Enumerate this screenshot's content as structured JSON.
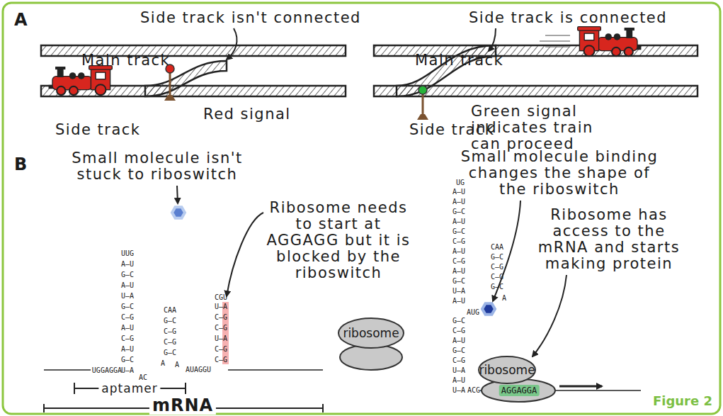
{
  "diagram": {
    "nodes": [
      {
        "text": [
          "ribosome"
        ]
      },
      {
        "text": [
          "ribosome"
        ]
      }
    ],
    "labels": [
      "A",
      "Side track isn't connected",
      "Main track",
      "Red signal",
      "Side track",
      "Side track is connected",
      "Main track",
      "Green signal indicates train can proceed",
      "Side track",
      "B",
      "Small molecule isn't stuck to riboswitch",
      "Ribosome needs to start at AGGAGG but it is blocked by the riboswitch",
      "aptamer",
      "mRNA",
      "Small molecule binding changes the shape of the riboswitch",
      "Ribosome has access to the mRNA and starts making protein",
      "AGGAGGA",
      "Figure 2",
      "UUG",
      "A–U",
      "G–C",
      "A–U",
      "U–A",
      "G–C",
      "C–G",
      "A–U",
      "C–G",
      "A–U",
      "G–C",
      "U–A",
      "UGGAGGA",
      "AC",
      "CAA",
      "G–C",
      "C–G",
      "C–G",
      "G–C",
      "A",
      "A",
      "AUAGGU",
      "CGU",
      "U–A",
      "C–G",
      "C–G",
      "U–A",
      "C–G",
      "C–G",
      "UG",
      "A–U",
      "A–U",
      "G–C",
      "A–U",
      "G–C",
      "C–G",
      "A–U",
      "C–G",
      "A–U",
      "G–C",
      "U–A",
      "A–U",
      "CAA",
      "G–C",
      "C–G",
      "C–G",
      "G–C",
      "A",
      "AUG",
      "G–C",
      "C–G",
      "A–U",
      "G–C",
      "C–G",
      "U–A",
      "A–U",
      "U–A",
      "ACG"
    ]
  }
}
